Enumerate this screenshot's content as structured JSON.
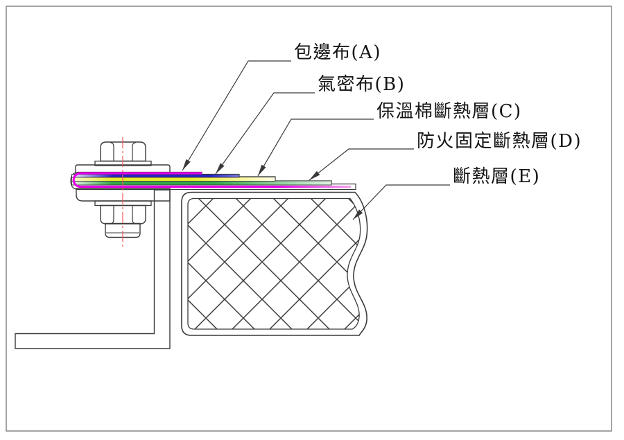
{
  "labels": {
    "a": "包邊布(A)",
    "b": "氣密布(B)",
    "c": "保溫棉斷熱層(C)",
    "d": "防火固定斷熱層(D)",
    "e": "斷熱層(E)"
  },
  "colors": {
    "edge_wrap_magenta": "#E600E6",
    "airtight_cloth_blue": "#2222C8",
    "insulation_cotton_yellow": "#ECEC28",
    "fireproof_layer_green": "#35A64B",
    "centerline_red": "#F05A5A",
    "drawing_line": "#3A3A3A",
    "border_frame_gray": "#8E8E8E"
  }
}
